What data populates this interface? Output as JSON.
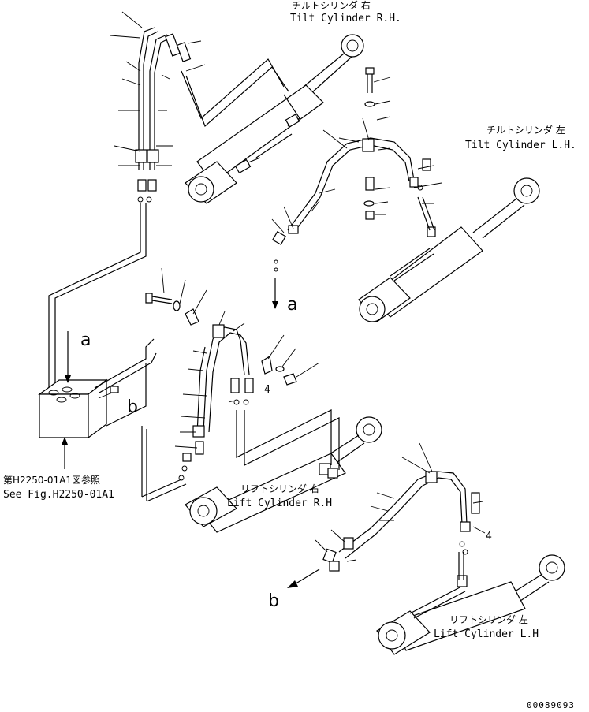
{
  "labels": {
    "tilt_rh_jp": "チルトシリンダ 右",
    "tilt_rh_en": "Tilt Cylinder R.H.",
    "tilt_lh_jp": "チルトシリンダ 左",
    "tilt_lh_en": "Tilt Cylinder L.H.",
    "lift_rh_jp": "リフトシリンダ 右",
    "lift_rh_en": "Lift Cylinder R.H",
    "lift_lh_jp": "リフトシリンダ 左",
    "lift_lh_en": "Lift Cylinder L.H",
    "ref_jp": "第H2250-01A1図参照",
    "ref_en": "See Fig.H2250-01A1",
    "marker_a": "a",
    "marker_b": "b",
    "num_4": "4",
    "drawing_id": "00089093"
  }
}
